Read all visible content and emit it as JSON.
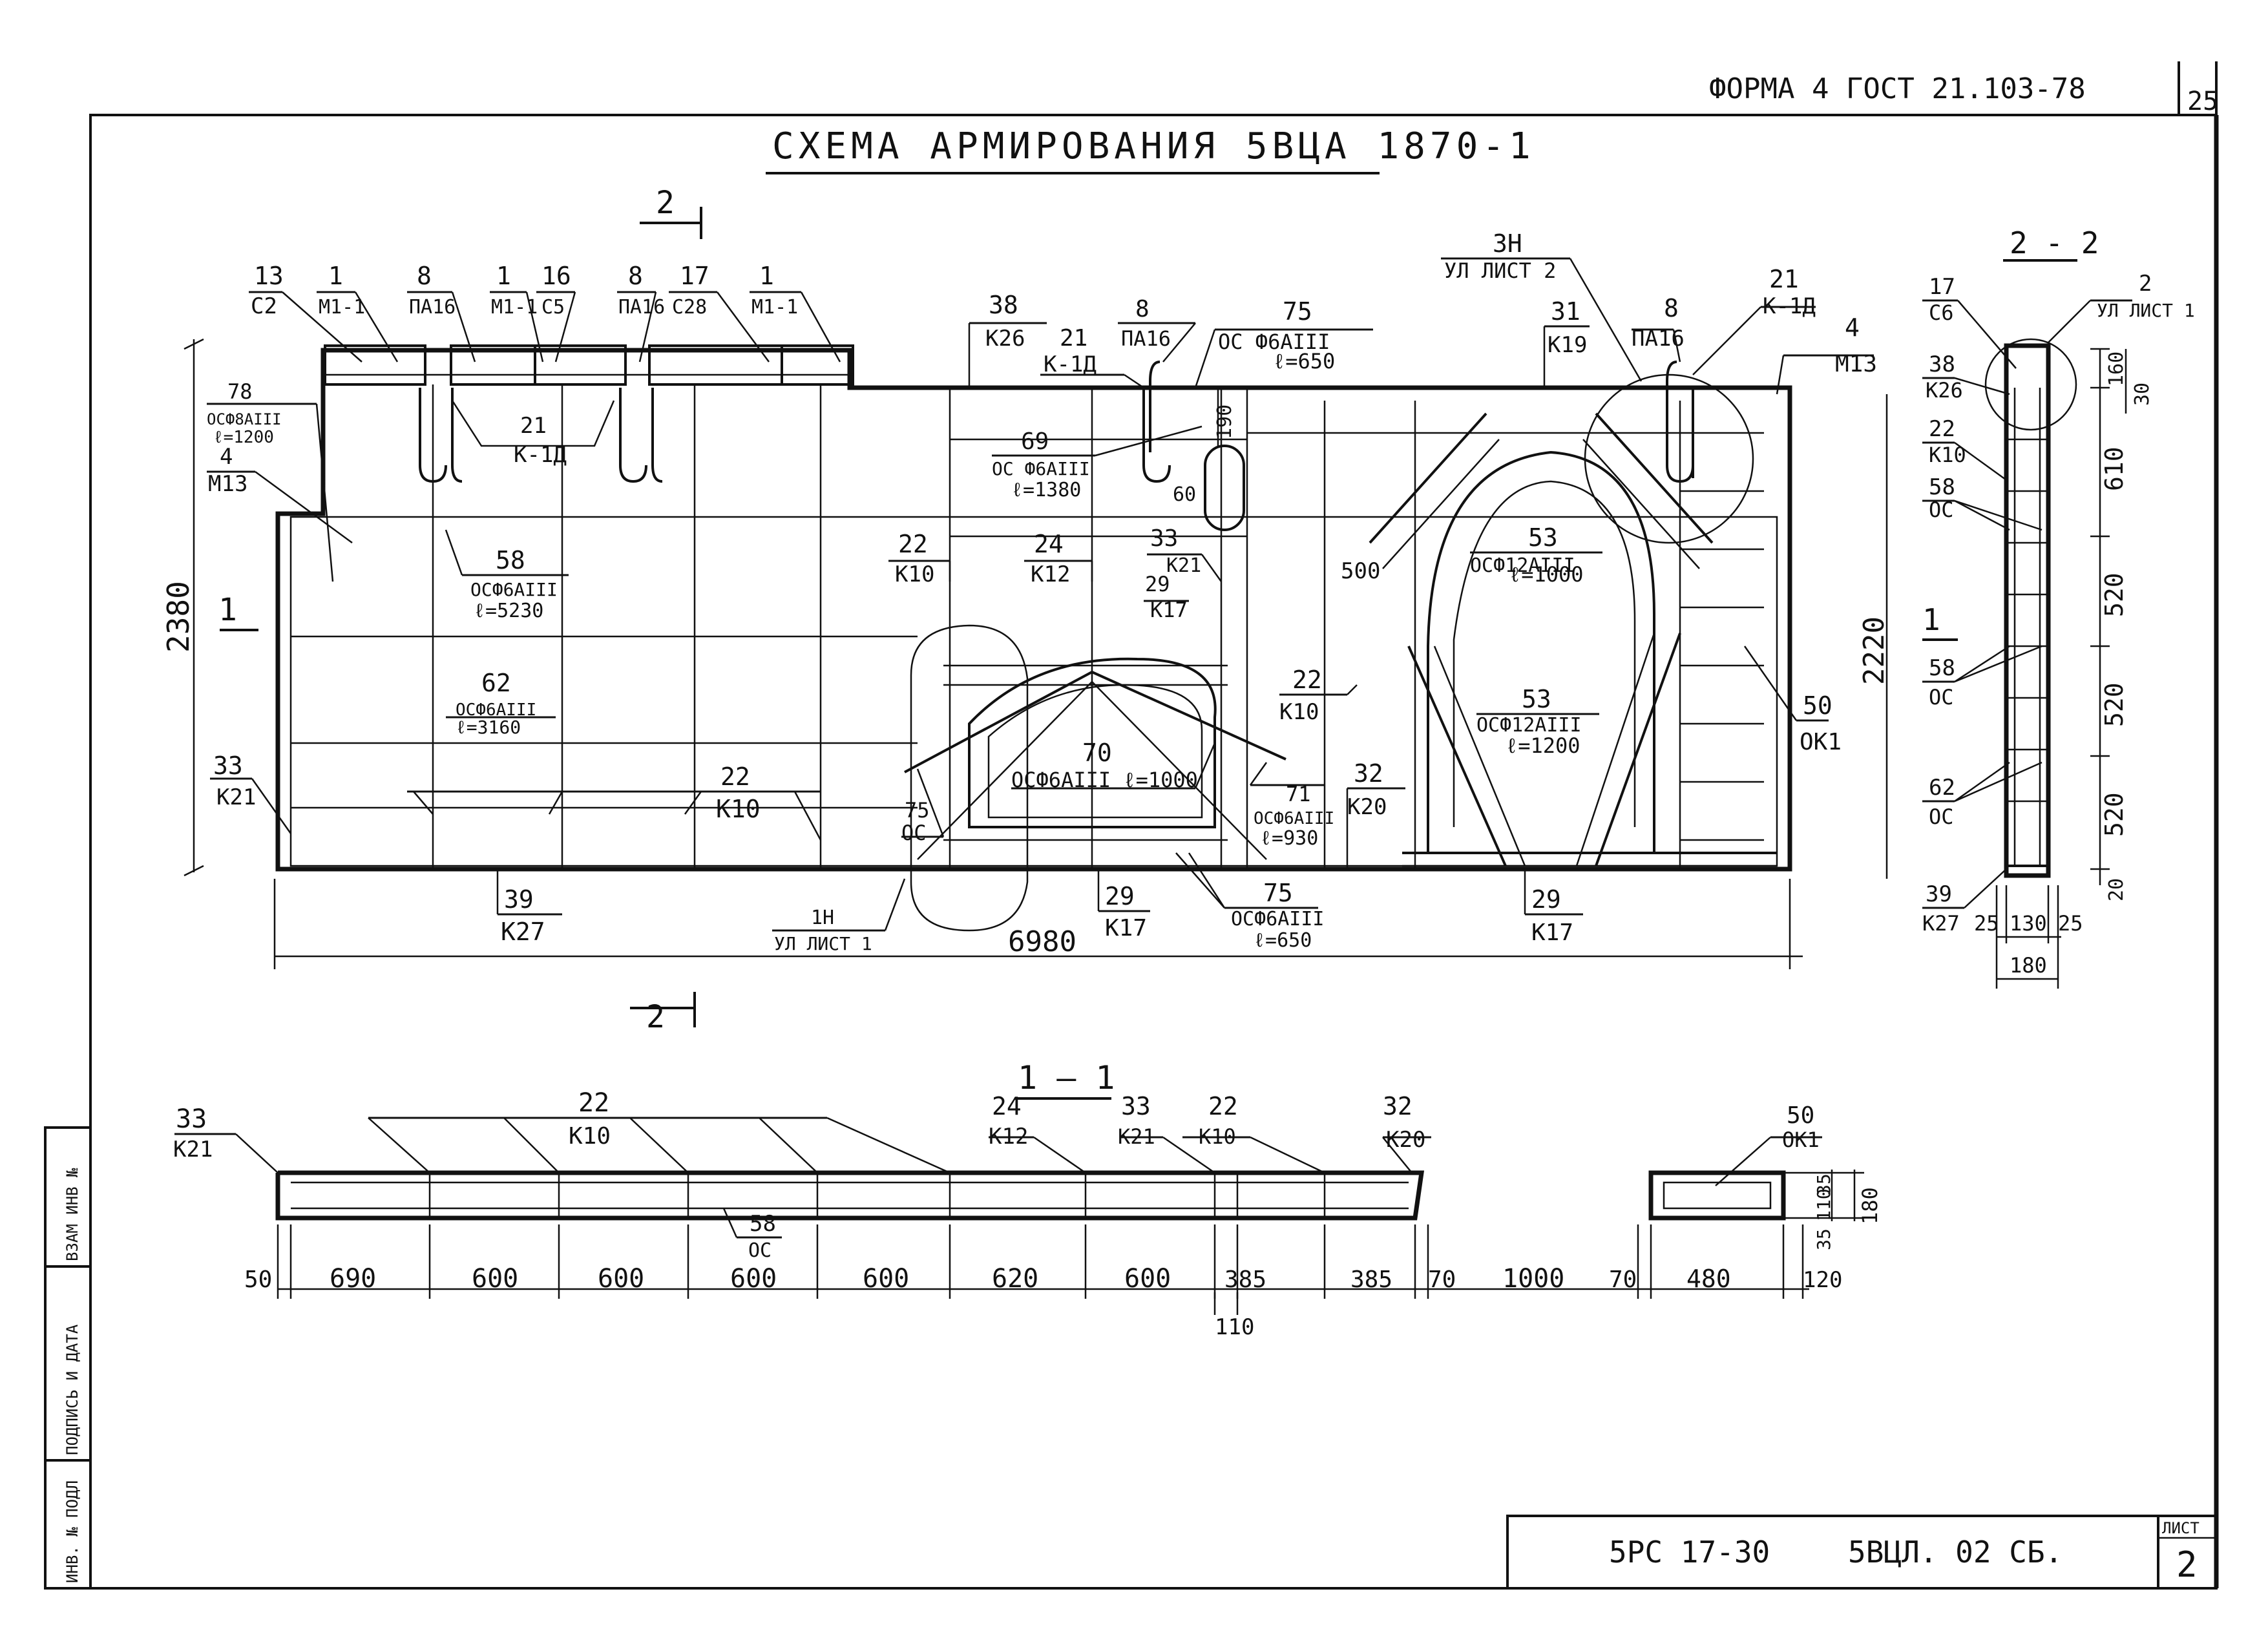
{
  "header": {
    "form": "ФОРМА 4  ГОСТ 21.103-78",
    "page_no": "25"
  },
  "title": "СХЕМА АРМИРОВАНИЯ 5ВЦА 1870-1",
  "section_marks": {
    "top": "2",
    "bottom": "2",
    "left": "1",
    "view_22": "2 - 2",
    "right": "1",
    "view_11": "1 — 1"
  },
  "top_callouts": [
    {
      "top": "13",
      "bot": "С2"
    },
    {
      "top": "1",
      "bot": "М1-1"
    },
    {
      "top": "8",
      "bot": "ПА16"
    },
    {
      "top": "1",
      "bot": "М1-1"
    },
    {
      "top": "16",
      "bot": "С5"
    },
    {
      "top": "8",
      "bot": "ПА16"
    },
    {
      "top": "17",
      "bot": "С28"
    },
    {
      "top": "1",
      "bot": "М1-1"
    }
  ],
  "callouts": {
    "c78": {
      "top": "78",
      "bot": "ОСФ8АIII",
      "extra": "ℓ=1200"
    },
    "c4a": {
      "top": "4",
      "bot": "М13"
    },
    "c21a": {
      "top": "21",
      "bot": "К-1Д"
    },
    "c58a": {
      "top": "58",
      "bot": "ОСФ6АIII",
      "extra": "ℓ=5230"
    },
    "c62": {
      "top": "62",
      "bot": "ОСФ6АIII",
      "extra": "ℓ=3160"
    },
    "c33a": {
      "top": "33",
      "bot": "К21"
    },
    "c22a": {
      "top": "22",
      "bot": "К10"
    },
    "c39": {
      "top": "39",
      "bot": "К27"
    },
    "c1n": {
      "top": "1Н",
      "bot": "УЛ ЛИСТ 1"
    },
    "c38": {
      "top": "38",
      "bot": "К26"
    },
    "c21b": {
      "top": "21",
      "bot": "К-1Д"
    },
    "c8b": {
      "top": "8",
      "bot": "ПА16"
    },
    "c75a": {
      "top": "75",
      "bot": "ОС Ф6АIII",
      "extra": "ℓ=650"
    },
    "c69": {
      "top": "69",
      "bot": "ОС Ф6АIII",
      "extra": "ℓ=1380"
    },
    "c22b": {
      "top": "22",
      "bot": "К10"
    },
    "c24": {
      "top": "24",
      "bot": "К12"
    },
    "c33b": {
      "top": "33",
      "bot": "К21"
    },
    "c29a": {
      "top": "29",
      "bot": "К17"
    },
    "c70": {
      "top": "70",
      "bot": "ОСФ6АIII ℓ=1000"
    },
    "c75b": {
      "top": "75",
      "bot": "ОС"
    },
    "c29b": {
      "top": "29",
      "bot": "К17"
    },
    "c75c": {
      "top": "75",
      "bot": "ОСФ6АIII",
      "extra": "ℓ=650"
    },
    "c71": {
      "top": "71",
      "bot": "ОСФ6АIII",
      "extra": "ℓ=930"
    },
    "c22c": {
      "top": "22",
      "bot": "К10"
    },
    "c32": {
      "top": "32",
      "bot": "К20"
    },
    "c3n": {
      "top": "3Н",
      "bot": "УЛ ЛИСТ 2"
    },
    "c31": {
      "top": "31",
      "bot": "К19"
    },
    "c8c": {
      "top": "8",
      "bot": "ПА16"
    },
    "c21c": {
      "top": "21",
      "bot": "К-1Д"
    },
    "c4b": {
      "top": "4",
      "bot": "М13"
    },
    "c53a": {
      "top": "53",
      "bot": "ОСФ12АIII",
      "extra": "ℓ=1000"
    },
    "c53b": {
      "top": "53",
      "bot": "ОСФ12АIII",
      "extra": "ℓ=1200"
    },
    "c50": {
      "top": "50",
      "bot": "ОК1"
    },
    "c29c": {
      "top": "29",
      "bot": "К17"
    }
  },
  "elev_dims": {
    "height": "2380",
    "length": "6980",
    "inner_h": "2220",
    "d190": "190",
    "d60": "60",
    "d500": "500"
  },
  "section22": {
    "callouts": [
      {
        "top": "17",
        "bot": "С6"
      },
      {
        "top": "2",
        "bot": "УЛ ЛИСТ 1"
      },
      {
        "top": "38",
        "bot": "К26"
      },
      {
        "top": "22",
        "bot": "К10"
      },
      {
        "top": "58",
        "bot": "ОС"
      },
      {
        "top": "58",
        "bot": "ОС"
      },
      {
        "top": "62",
        "bot": "ОС"
      },
      {
        "top": "39",
        "bot": "К27"
      }
    ],
    "vdims": [
      "160",
      "610",
      "520",
      "520",
      "520",
      "20"
    ],
    "d30": "30",
    "hdims": [
      "25",
      "130",
      "25"
    ],
    "total": "180"
  },
  "section11": {
    "callouts": [
      {
        "top": "33",
        "bot": "К21"
      },
      {
        "top": "22",
        "bot": "К10"
      },
      {
        "top": "24",
        "bot": "К12"
      },
      {
        "top": "33",
        "bot": "К21"
      },
      {
        "top": "22",
        "bot": "К10"
      },
      {
        "top": "32",
        "bot": "К20"
      },
      {
        "top": "50",
        "bot": "ОК1"
      },
      {
        "top": "58",
        "bot": "ОС"
      }
    ],
    "dims": [
      "50",
      "690",
      "600",
      "600",
      "600",
      "600",
      "620",
      "600",
      "385",
      "385",
      "70",
      "1000",
      "70",
      "480",
      "120"
    ],
    "d110": "110",
    "vdims": [
      "35",
      "110",
      "35"
    ],
    "vtotal": "180"
  },
  "stamp": {
    "left": "5РС 17-30",
    "right": "5ВЦЛ. 02 СБ.",
    "sheet_label": "ЛИСТ",
    "sheet_no": "2"
  },
  "side_stamp": [
    "ИНВ. № ПОДЛ",
    "ПОДПИСЬ И ДАТА",
    "ВЗАМ ИНВ №"
  ]
}
